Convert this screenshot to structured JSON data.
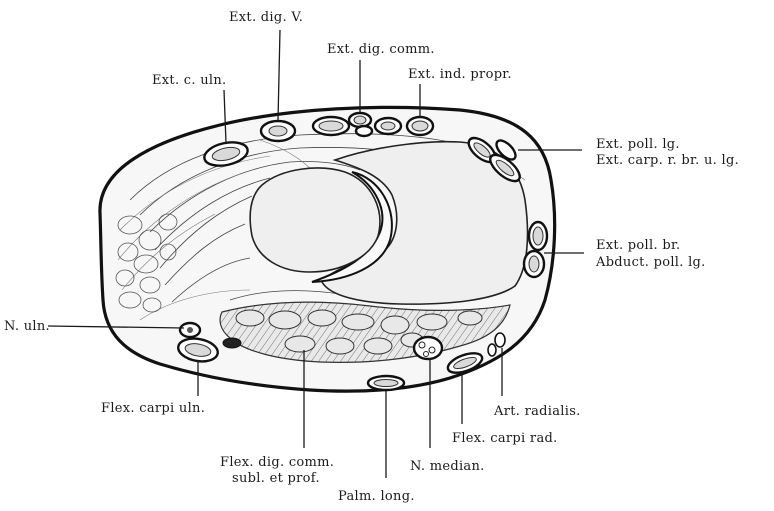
{
  "labels": {
    "ext_dig_v": "Ext. dig. V.",
    "ext_dig_comm": "Ext. dig. comm.",
    "ext_c_uln": "Ext. c. uln.",
    "ext_ind_propr": "Ext. ind. propr.",
    "ext_poll_lg": "Ext. poll. lg.",
    "ext_carp_r": "Ext. carp. r. br. u. lg.",
    "ext_poll_br": "Ext. poll. br.",
    "abduct_poll_lg": "Abduct. poll. lg.",
    "n_uln": "N. uln.",
    "flex_carpi_uln": "Flex. carpi uln.",
    "flex_dig_comm_1": "Flex. dig. comm.",
    "flex_dig_comm_2": "subl. et prof.",
    "palm_long": "Palm. long.",
    "n_median": "N. median.",
    "flex_carpi_rad": "Flex. carpi rad.",
    "art_radialis": "Art. radialis."
  }
}
